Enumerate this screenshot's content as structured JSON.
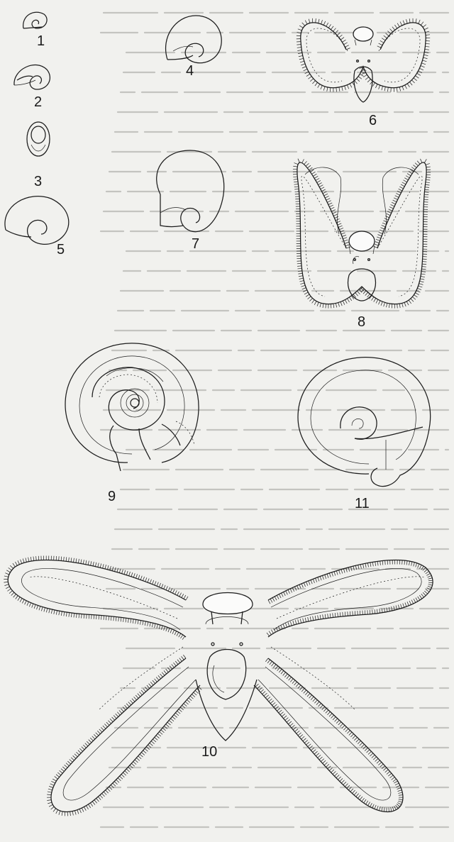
{
  "figure": {
    "labels": [
      "1",
      "2",
      "3",
      "4",
      "5",
      "6",
      "7",
      "8",
      "9",
      "10",
      "11"
    ]
  },
  "colors": {
    "paper": "#f1f1ee",
    "ink": "#1c1c1c",
    "bleed_through_text": "#c4c4c0"
  }
}
